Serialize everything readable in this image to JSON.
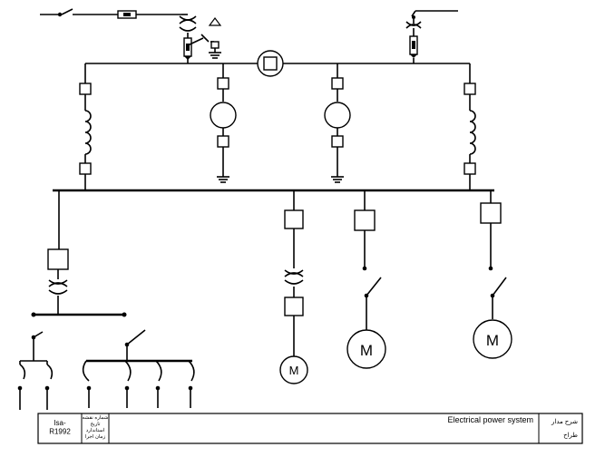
{
  "diagram": {
    "motor_symbol": "M"
  },
  "title_block": {
    "drawing_number": "Isa-\nR1992",
    "meta_label_1": "شماره نقشه",
    "meta_label_2": "تاریخ",
    "meta_label_3": "استاندارد",
    "meta_label_4": "زمان اجرا",
    "title": "Electrical power system",
    "right_label_1": "شرح مدار",
    "right_label_2": "طراح"
  }
}
